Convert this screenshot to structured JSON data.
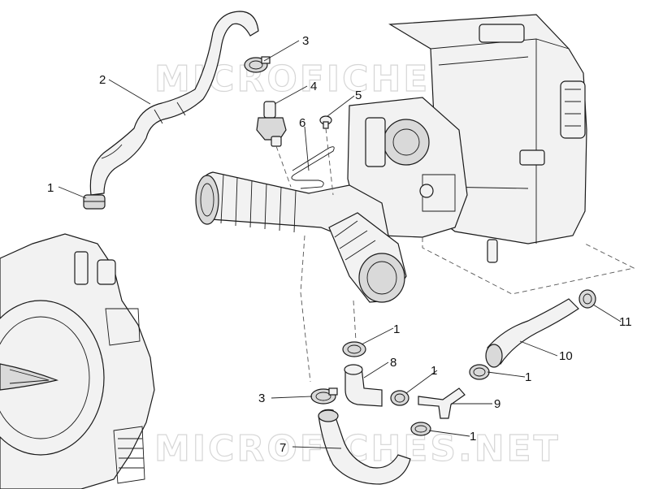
{
  "watermark": {
    "top": "MICROFICHES.NET",
    "bottom": "MICROFICHES.NET"
  },
  "callouts": [
    {
      "id": "c1a",
      "label": "1"
    },
    {
      "id": "c2",
      "label": "2"
    },
    {
      "id": "c3a",
      "label": "3"
    },
    {
      "id": "c4",
      "label": "4"
    },
    {
      "id": "c5",
      "label": "5"
    },
    {
      "id": "c6",
      "label": "6"
    },
    {
      "id": "c1b",
      "label": "1"
    },
    {
      "id": "c8",
      "label": "8"
    },
    {
      "id": "c1c",
      "label": "1"
    },
    {
      "id": "c1d",
      "label": "1"
    },
    {
      "id": "c10",
      "label": "10"
    },
    {
      "id": "c11",
      "label": "11"
    },
    {
      "id": "c3b",
      "label": "3"
    },
    {
      "id": "c9",
      "label": "9"
    },
    {
      "id": "c1e",
      "label": "1"
    },
    {
      "id": "c7",
      "label": "7"
    }
  ]
}
